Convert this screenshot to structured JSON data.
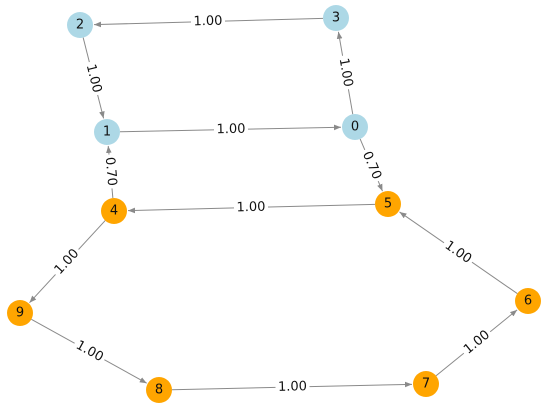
{
  "colors": {
    "group_a": "#add8e6",
    "group_b": "#ffa500",
    "edge": "#8a8a8a",
    "label_bg": "#ffffff"
  },
  "nodes": [
    {
      "id": "0",
      "label": "0",
      "group": "group_a"
    },
    {
      "id": "1",
      "label": "1",
      "group": "group_a"
    },
    {
      "id": "2",
      "label": "2",
      "group": "group_a"
    },
    {
      "id": "3",
      "label": "3",
      "group": "group_a"
    },
    {
      "id": "4",
      "label": "4",
      "group": "group_b"
    },
    {
      "id": "5",
      "label": "5",
      "group": "group_b"
    },
    {
      "id": "6",
      "label": "6",
      "group": "group_b"
    },
    {
      "id": "7",
      "label": "7",
      "group": "group_b"
    },
    {
      "id": "8",
      "label": "8",
      "group": "group_b"
    },
    {
      "id": "9",
      "label": "9",
      "group": "group_b"
    }
  ],
  "edges": [
    {
      "source": "3",
      "target": "2",
      "label": "1.00"
    },
    {
      "source": "2",
      "target": "1",
      "label": "1.00"
    },
    {
      "source": "0",
      "target": "3",
      "label": "1.00"
    },
    {
      "source": "1",
      "target": "0",
      "label": "1.00"
    },
    {
      "source": "0",
      "target": "5",
      "label": "0.70"
    },
    {
      "source": "4",
      "target": "1",
      "label": "0.70"
    },
    {
      "source": "5",
      "target": "4",
      "label": "1.00"
    },
    {
      "source": "6",
      "target": "5",
      "label": "1.00"
    },
    {
      "source": "4",
      "target": "9",
      "label": "1.00"
    },
    {
      "source": "9",
      "target": "8",
      "label": "1.00"
    },
    {
      "source": "8",
      "target": "7",
      "label": "1.00"
    },
    {
      "source": "7",
      "target": "6",
      "label": "1.00"
    }
  ]
}
